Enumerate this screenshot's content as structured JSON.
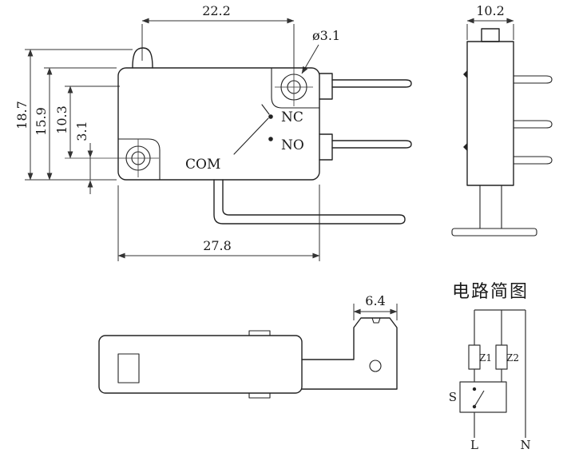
{
  "front_view": {
    "dim_hole_spacing_h": "22.2",
    "dim_hole_dia": "ø3.1",
    "dim_total_height": "18.7",
    "dim_body_height": "15.9",
    "dim_hole_spacing_v": "10.3",
    "dim_hole_offset": "3.1",
    "terminal_nc": "NC",
    "terminal_no": "NO",
    "terminal_com": "COM",
    "dim_body_width": "27.8"
  },
  "side_view": {
    "dim_body_depth": "10.2"
  },
  "bottom_view": {
    "dim_tab_width": "6.4"
  },
  "circuit": {
    "title": "电路简图",
    "component_z1": "Z1",
    "component_z2": "Z2",
    "switch_label": "S",
    "line_label": "L",
    "neutral_label": "N"
  }
}
